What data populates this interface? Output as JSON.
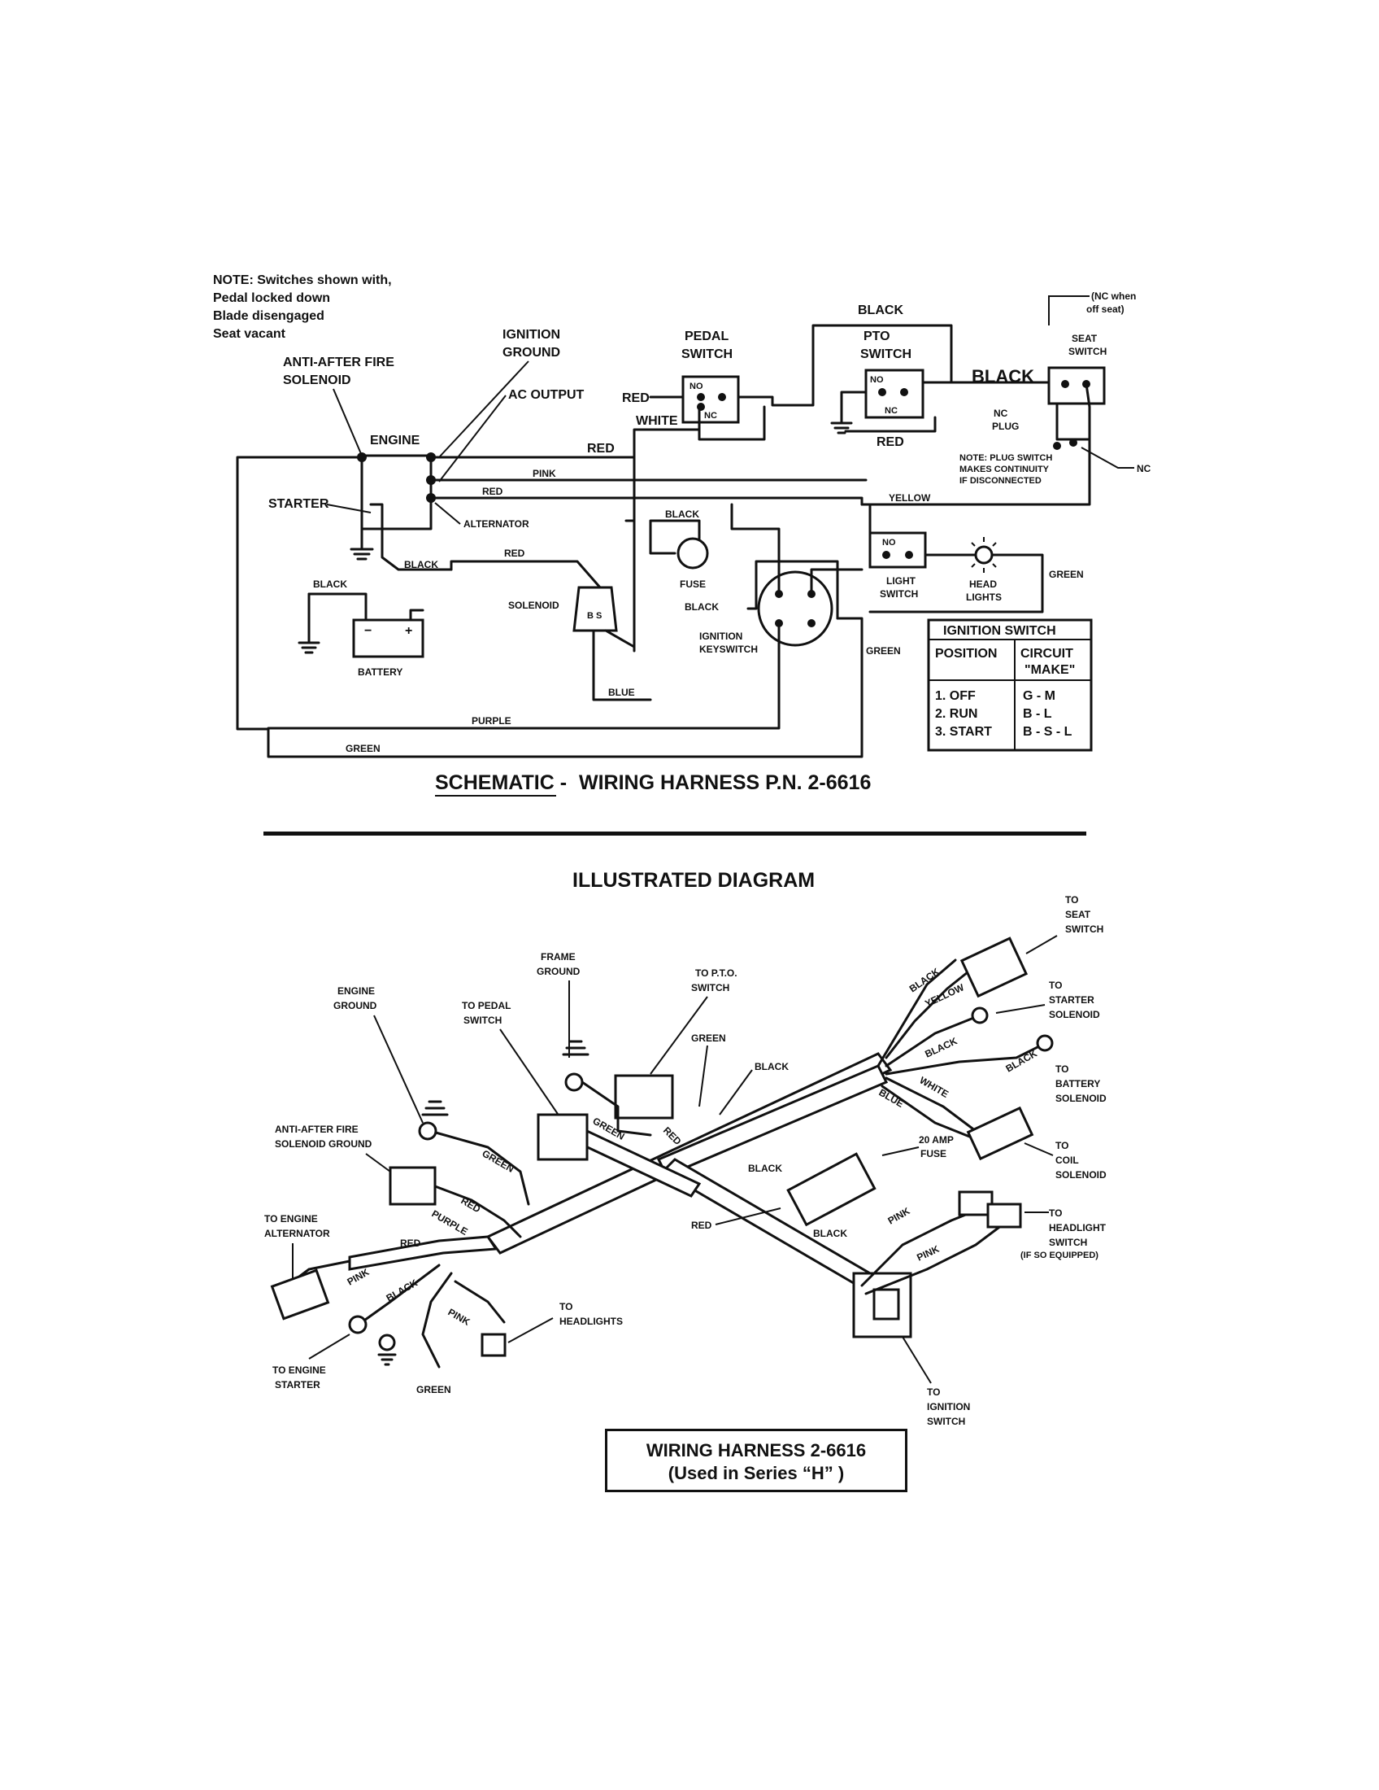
{
  "schematic": {
    "note": [
      "NOTE: Switches shown with,",
      "Pedal locked down",
      "Blade disengaged",
      "Seat vacant"
    ],
    "labels": {
      "anti_after_fire": [
        "ANTI-AFTER FIRE",
        "SOLENOID"
      ],
      "ignition_ground": [
        "IGNITION",
        "GROUND"
      ],
      "ac_output": "AC OUTPUT",
      "engine": "ENGINE",
      "starter": "STARTER",
      "alternator": "ALTERNATOR",
      "pedal_switch": [
        "PEDAL",
        "SWITCH"
      ],
      "pto_switch": [
        "PTO",
        "SWITCH"
      ],
      "seat_switch": [
        "SEAT",
        "SWITCH"
      ],
      "nc_when": [
        "(NC when",
        "off seat)"
      ],
      "nc_plug": [
        "NC",
        "PLUG"
      ],
      "plug_note": [
        "NOTE: PLUG SWITCH",
        "MAKES CONTINUITY",
        "IF DISCONNECTED"
      ],
      "nc": "NC",
      "no": "NO",
      "nc_small": "NC",
      "solenoid": "SOLENOID",
      "battery": "BATTERY",
      "fuse": "FUSE",
      "ignition_keyswitch": [
        "IGNITION",
        "KEYSWITCH"
      ],
      "light_switch": [
        "LIGHT",
        "SWITCH"
      ],
      "head_lights": [
        "HEAD",
        "LIGHTS"
      ],
      "minus": "−",
      "plus": "+"
    },
    "wires": {
      "black": "BLACK",
      "red": "RED",
      "white": "WHITE",
      "pink": "PINK",
      "yellow": "YELLOW",
      "green": "GREEN",
      "blue": "BLUE",
      "purple": "PURPLE"
    },
    "ignition_table": {
      "title": "IGNITION SWITCH",
      "headers": [
        "POSITION",
        "CIRCUIT",
        "\"MAKE\""
      ],
      "rows": [
        {
          "position": "1. OFF",
          "circuit": "G - M"
        },
        {
          "position": "2. RUN",
          "circuit": "B - L"
        },
        {
          "position": "3. START",
          "circuit": "B - S - L"
        }
      ]
    },
    "caption_prefix": "SCHEMATIC -",
    "caption": "WIRING HARNESS P.N. 2-6616"
  },
  "illustrated": {
    "title": "ILLUSTRATED DIAGRAM",
    "labels": {
      "frame_ground": [
        "FRAME",
        "GROUND"
      ],
      "to_pto": [
        "TO P.T.O.",
        "SWITCH"
      ],
      "engine_ground": [
        "ENGINE",
        "GROUND"
      ],
      "to_pedal": [
        "TO PEDAL",
        "SWITCH"
      ],
      "to_seat": [
        "TO",
        "SEAT",
        "SWITCH"
      ],
      "to_starter_sol": [
        "TO",
        "STARTER",
        "SOLENOID"
      ],
      "to_battery_sol": [
        "TO",
        "BATTERY",
        "SOLENOID"
      ],
      "to_coil_sol": [
        "TO",
        "COIL",
        "SOLENOID"
      ],
      "anti_ground": [
        "ANTI-AFTER FIRE",
        "SOLENOID GROUND"
      ],
      "amp_fuse": [
        "20 AMP",
        "FUSE"
      ],
      "to_alternator": [
        "TO ENGINE",
        "ALTERNATOR"
      ],
      "to_headlight_sw": [
        "TO",
        "HEADLIGHT",
        "SWITCH",
        "(IF SO EQUIPPED)"
      ],
      "to_headlights": [
        "TO",
        "HEADLIGHTS"
      ],
      "to_starter": [
        "TO ENGINE",
        "STARTER"
      ],
      "to_ignition": [
        "TO",
        "IGNITION",
        "SWITCH"
      ]
    },
    "wires": {
      "green": "GREEN",
      "black": "BLACK",
      "red": "RED",
      "purple": "PURPLE",
      "pink": "PINK",
      "yellow": "YELLOW",
      "white": "WHITE",
      "blue": "BLUE"
    }
  },
  "caption_box": {
    "line1": "WIRING HARNESS 2-6616",
    "line2": "(Used in Series “H” )"
  }
}
